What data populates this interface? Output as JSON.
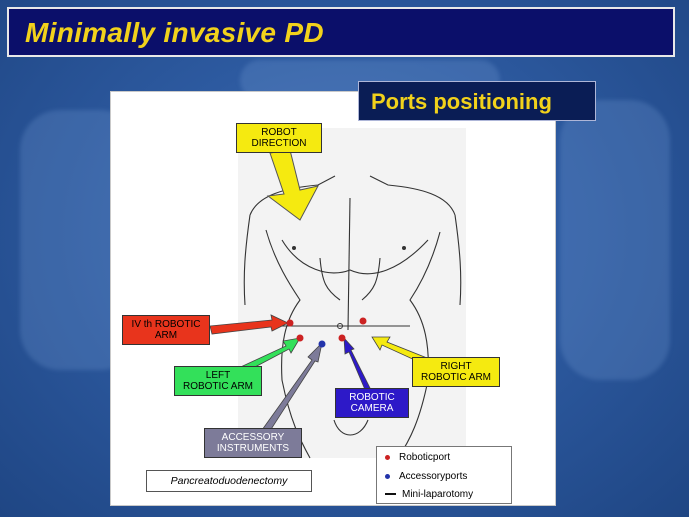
{
  "title": "Minimally invasive PD",
  "subtitle": "Ports positioning",
  "labels": {
    "robot_direction": "ROBOT\nDIRECTION",
    "fourth_arm": "IV th ROBOTIC\nARM",
    "left_arm": "LEFT\nROBOTIC ARM",
    "right_arm": "RIGHT\nROBOTIC ARM",
    "camera": "ROBOTIC\nCAMERA",
    "accessory": "ACCESSORY\nINSTRUMENTS"
  },
  "procedure": "Pancreatoduodenectomy",
  "legend": {
    "robotic_port": "Roboticport",
    "accessory_ports": "Accessoryports",
    "mini_laparotomy": "Mini-laparotomy"
  },
  "colors": {
    "title_bg": "#0b0f6a",
    "title_text": "#f2d21b",
    "robotic_port": "#cc2222",
    "accessory_port": "#2233aa",
    "yellow_box": "#f5ea10",
    "red_box": "#e8341c",
    "green_box": "#33e05a",
    "blue_box": "#2d19c8",
    "gray_box": "#7d7b99"
  }
}
